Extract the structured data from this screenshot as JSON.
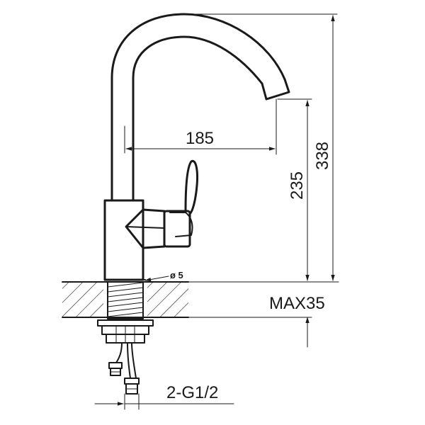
{
  "dimensions": {
    "spout_reach": "185",
    "spout_height": "235",
    "total_height": "338",
    "hole_diameter": "ø 5",
    "max_counter_thickness": "MAX35",
    "connection_thread": "2-G1/2"
  },
  "colors": {
    "line": "#1a1a1a",
    "background": "#ffffff"
  }
}
